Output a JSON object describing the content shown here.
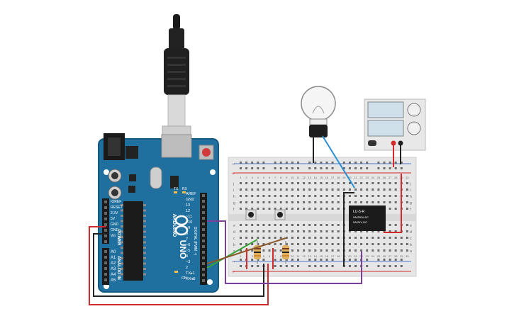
{
  "arduino": {
    "brand": "ARDUINO",
    "model": "UNO",
    "label_digital": "DIGITAL (PWM ~)",
    "label_analog": "ANALOG IN",
    "label_power": "POWER",
    "label_on": "ON",
    "label_tx": "TX",
    "label_rx": "RX",
    "label_l": "L",
    "power_pins": [
      "IOREF",
      "RESET",
      "3.3V",
      "5V",
      "GND",
      "GND",
      "Vin"
    ],
    "analog_pins": [
      "A0",
      "A1",
      "A2",
      "A3",
      "A4",
      "A5"
    ],
    "digital_pins": [
      "AREF",
      "GND",
      "13",
      "12",
      "~11",
      "~10",
      "~9",
      "8",
      "7",
      "~6",
      "~5",
      "4",
      "~3",
      "2",
      "TX▸1",
      "RX◂0"
    ]
  },
  "relay": {
    "model": "LU-5-R",
    "rating_1": "5A/250V AC",
    "rating_2": "5A/24V DC"
  },
  "breadboard": {
    "row_letters_top": [
      "j",
      "i",
      "h",
      "g",
      "f"
    ],
    "row_letters_bottom": [
      "e",
      "d",
      "c",
      "b",
      "a"
    ],
    "columns": [
      "1",
      "2",
      "3",
      "4",
      "5",
      "6",
      "7",
      "8",
      "9",
      "10",
      "11",
      "12",
      "13",
      "14",
      "15",
      "16",
      "17",
      "18",
      "19",
      "20",
      "21",
      "22",
      "23",
      "24",
      "25",
      "26",
      "27",
      "28",
      "29",
      "30"
    ]
  },
  "power_supply": {
    "display_top": "",
    "display_bottom": ""
  },
  "colors": {
    "board": "#1f6f9f",
    "board_dark": "#17577e",
    "breadboard": "#e6e6e6",
    "wire_red": "#d22a2a",
    "wire_black": "#222222",
    "wire_purple": "#7b3f99",
    "wire_blue": "#2a8fd0",
    "wire_green": "#3aa339",
    "wire_brown": "#8a5a2b"
  }
}
